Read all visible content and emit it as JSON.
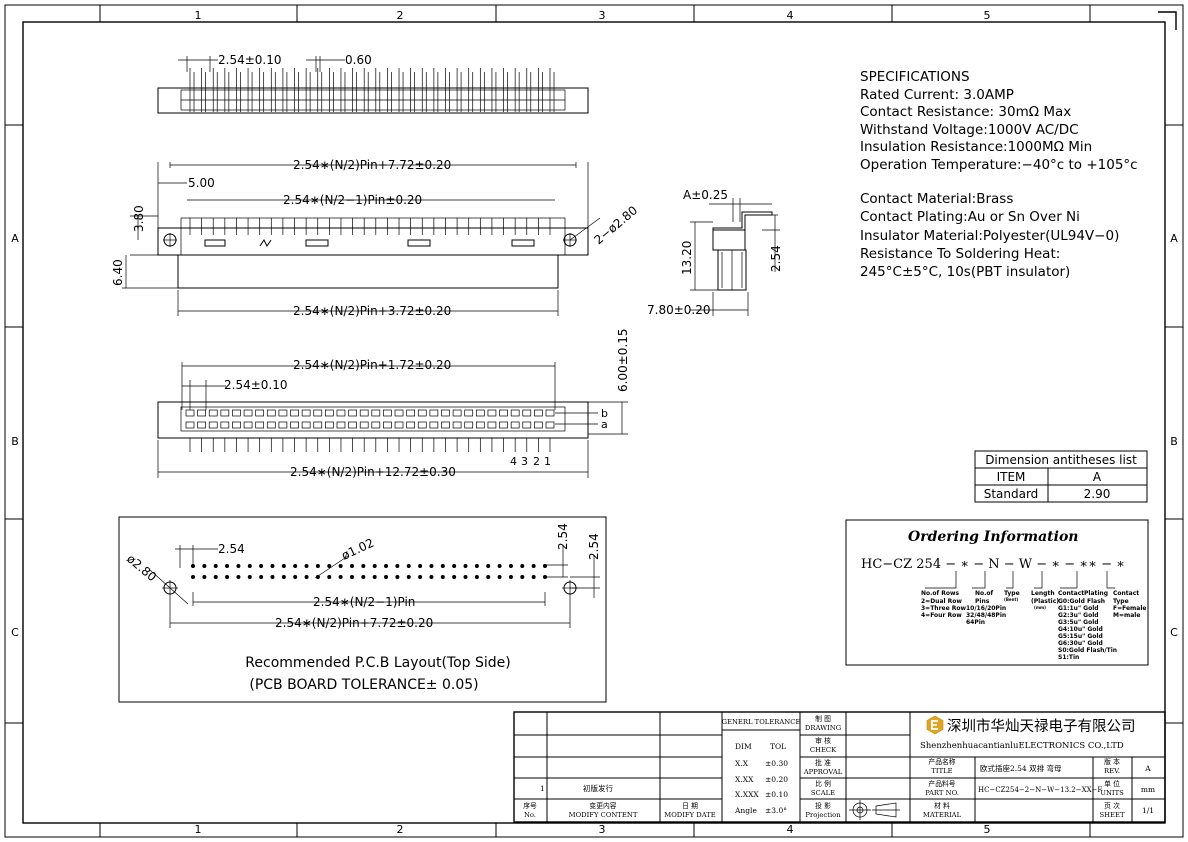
{
  "border": {
    "zones_top": [
      "1",
      "2",
      "3",
      "4",
      "5"
    ],
    "zones_bottom": [
      "1",
      "2",
      "3",
      "4",
      "5"
    ],
    "zones_left": [
      "A",
      "B",
      "C"
    ],
    "zones_right": [
      "A",
      "B",
      "C"
    ]
  },
  "dims": {
    "top_pitch": "2.54±0.10",
    "top_pin": "0.60",
    "front_total": "2.54∗(N/2)Pin+7.72±0.20",
    "front_inner": "2.54∗(N/2−1)Pin±0.20",
    "front_edge": "5.00",
    "front_hole": "2−ø2.80",
    "front_h1": "3.80",
    "front_h2": "6.40",
    "front_bottom": "2.54∗(N/2)Pin+3.72±0.20",
    "side_a": "A±0.25",
    "side_h": "13.20",
    "side_pitch": "2.54",
    "side_w": "7.80±0.20",
    "bottom_span": "2.54∗(N/2)Pin+1.72±0.20",
    "bottom_pitch": "2.54±0.10",
    "bottom_h": "6.00±0.15",
    "bottom_total": "2.54∗(N/2)Pin+12.72±0.30",
    "row_b": "b",
    "row_a": "a",
    "pin_nums": [
      "4",
      "3",
      "2",
      "1"
    ]
  },
  "pcb": {
    "pitch": "2.54",
    "hole": "ø1.02",
    "mount": "ø2.80",
    "pitch_v1": "2.54",
    "pitch_v2": "2.54",
    "inner": "2.54∗(N/2−1)Pin",
    "total": "2.54∗(N/2)Pin+7.72±0.20",
    "caption1": "Recommended P.C.B Layout(Top Side)",
    "caption2": "(PCB BOARD TOLERANCE± 0.05)"
  },
  "specs": {
    "title": "SPECIFICATIONS",
    "lines": [
      "Rated Current: 3.0AMP",
      "Contact Resistance: 30mΩ Max",
      "Withstand Voltage:1000V AC/DC",
      "Insulation Resistance:1000MΩ Min",
      "Operation Temperature:−40°c to +105°c"
    ],
    "lines2": [
      "Contact Material:Brass",
      "Contact Plating:Au or Sn Over Ni",
      "Insulator Material:Polyester(UL94V−0)",
      "Resistance To Soldering Heat:",
      "245°C±5°C, 10s(PBT insulator)"
    ]
  },
  "dim_table": {
    "title": "Dimension antitheses list",
    "col1": "ITEM",
    "col2": "A",
    "row_label": "Standard",
    "row_value": "2.90"
  },
  "ordering": {
    "title": "Ordering Information",
    "code": "HC−CZ 254 −  ∗  −  N  −  W  −  ∗  −  ∗∗  −  ∗",
    "groups": [
      [
        "No.of Rows",
        "2=Dual Row",
        "3=Three Row",
        "4=Four Row"
      ],
      [
        "No.of",
        "Pins",
        "10/16/20Pin",
        "32/48/48Pin",
        "64Pin"
      ],
      [
        "Type",
        "(Bent)"
      ],
      [
        "Length",
        "(Plastic)",
        "(mm)"
      ],
      [
        "Contact",
        "Plating",
        "G0:Gold Flash",
        "G1:1u\" Gold",
        "G2:3u\" Gold",
        "G3:5u\" Gold",
        "G4:10u\" Gold",
        "G5:15u\" Gold",
        "G6:30u\" Gold",
        "S0:Gold Flash/Tin",
        "S1:Tin"
      ],
      [
        "Contact",
        "Type",
        "F=Female",
        "M=male"
      ]
    ]
  },
  "title_block": {
    "company_cn": "深圳市华灿天禄电子有限公司",
    "company_en": "ShenzhenhuacantianluELECTRONICS CO.,LTD",
    "tol_title": "GENERL TOLERANCE",
    "dim": "DIM",
    "tol": "TOL",
    "rows": [
      [
        "X.X",
        "±0.30"
      ],
      [
        "X.XX",
        "±0.20"
      ],
      [
        "X.XXX",
        "±0.10"
      ],
      [
        "Angle",
        "±3.0°"
      ]
    ],
    "drawing_cn": "制 图",
    "drawing_en": "DRAWING",
    "check_cn": "审 核",
    "check_en": "CHECK",
    "approval_cn": "批 准",
    "approval_en": "APPROVAL",
    "scale_cn": "比 例",
    "scale_en": "SCALE",
    "projection_cn": "投 影",
    "projection_en": "Projection",
    "title_cn": "产品名称",
    "title_en": "TITLE",
    "title_val": "欧式插座2.54 双排 弯母",
    "part_cn": "产品料号",
    "part_en": "PART NO.",
    "part_val": "HC−CZ254−2−N−W−13.2−XX−F",
    "material_cn": "材 料",
    "material_en": "MATERIAL",
    "rev_cn": "版 本",
    "rev_en": "REV.",
    "rev_val": "A",
    "units_cn": "单 位",
    "units_en": "UNITS",
    "units_val": "mm",
    "sheet_cn": "页 次",
    "sheet_en": "SHEET",
    "sheet_val": "1/1",
    "no_cn": "序号",
    "no_en": "No.",
    "mod_cn": "变更内容",
    "mod_en": "MODIFY CONTENT",
    "date_cn": "日 期",
    "date_en": "MODIFY DATE",
    "row1_no": "1",
    "row1_content": "初版发行"
  }
}
